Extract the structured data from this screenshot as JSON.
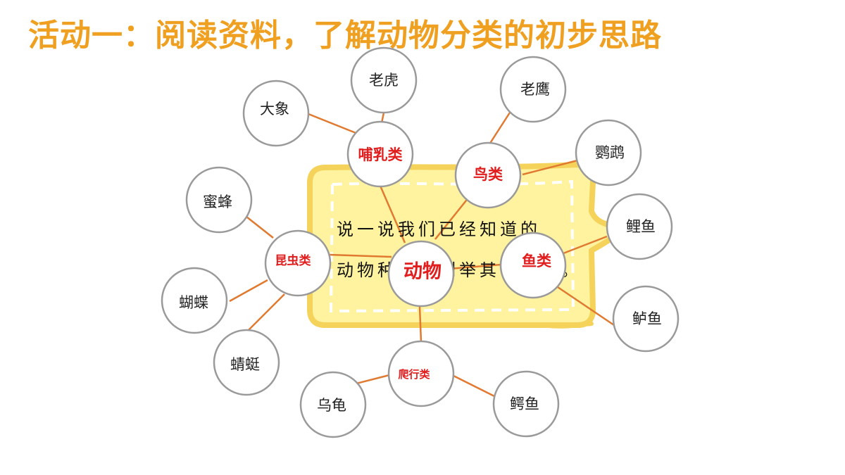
{
  "title": "活动一：阅读资料，了解动物分类的初步思路",
  "bubble": {
    "line1": "说一说我们已经知道的",
    "line2": "动物种类，列举其中几种。"
  },
  "center": {
    "label": "动物"
  },
  "categories": {
    "mammal": "哺乳类",
    "bird": "鸟类",
    "insect": "昆虫类",
    "fish": "鱼类",
    "reptile": "爬行类"
  },
  "animals": {
    "tiger": "老虎",
    "elephant": "大象",
    "eagle": "老鹰",
    "parrot": "鹦鹉",
    "bee": "蜜蜂",
    "butterfly": "蝴蝶",
    "dragonfly": "蜻蜓",
    "carp": "鲤鱼",
    "perch": "鲈鱼",
    "turtle": "乌龟",
    "crocodile": "鳄鱼"
  },
  "colors": {
    "title": "#f0a020",
    "edge": "#e07a30",
    "category_text": "#e11d1d",
    "bubble_fill": "#fff3a0",
    "bubble_outline": "#f5d35a"
  }
}
